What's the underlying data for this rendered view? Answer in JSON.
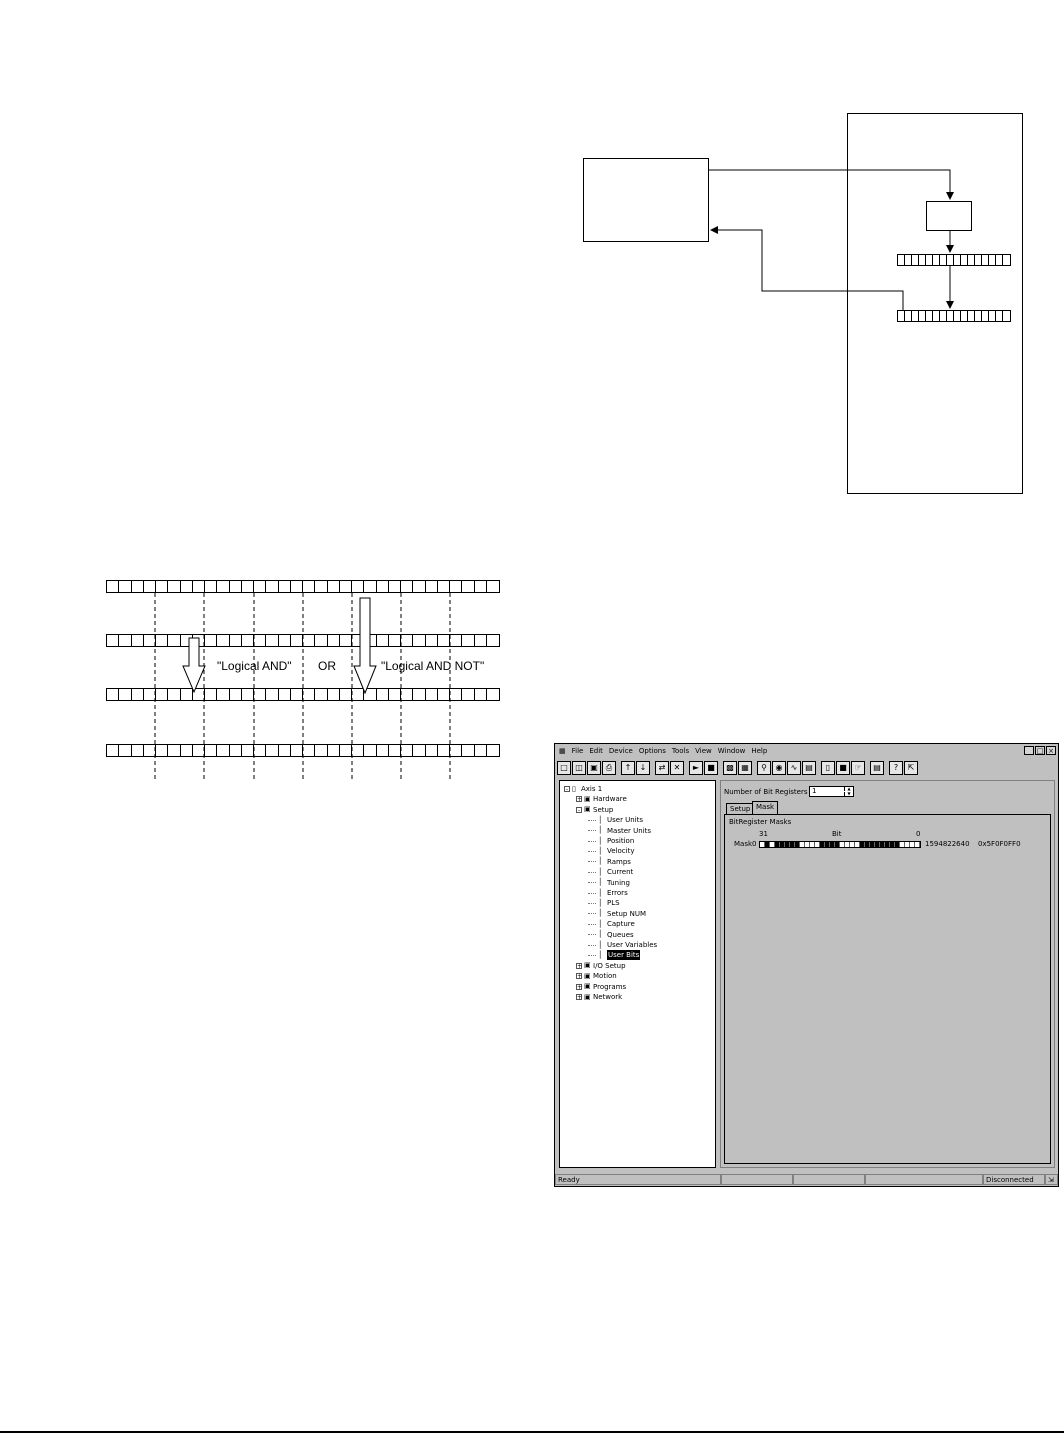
{
  "logic_diagram": {
    "label_and": "\"Logical AND\"",
    "label_or": "OR",
    "label_and_not": "\"Logical  AND NOT\""
  },
  "app": {
    "menu": [
      "File",
      "Edit",
      "Device",
      "Options",
      "Tools",
      "View",
      "Window",
      "Help"
    ],
    "window_controls": [
      "_",
      "□",
      "×"
    ],
    "tree": [
      {
        "label": "Axis 1",
        "level": 0,
        "expander": "-"
      },
      {
        "label": "Hardware",
        "level": 1,
        "expander": "+"
      },
      {
        "label": "Setup",
        "level": 1,
        "expander": "-"
      },
      {
        "label": "User Units",
        "level": 2
      },
      {
        "label": "Master Units",
        "level": 2
      },
      {
        "label": "Position",
        "level": 2
      },
      {
        "label": "Velocity",
        "level": 2
      },
      {
        "label": "Ramps",
        "level": 2
      },
      {
        "label": "Current",
        "level": 2
      },
      {
        "label": "Tuning",
        "level": 2
      },
      {
        "label": "Errors",
        "level": 2
      },
      {
        "label": "PLS",
        "level": 2
      },
      {
        "label": "Setup NUM",
        "level": 2
      },
      {
        "label": "Capture",
        "level": 2
      },
      {
        "label": "Queues",
        "level": 2
      },
      {
        "label": "User Variables",
        "level": 2
      },
      {
        "label": "User Bits",
        "level": 2,
        "selected": true
      },
      {
        "label": "I/O Setup",
        "level": 1,
        "expander": "+"
      },
      {
        "label": "Motion",
        "level": 1,
        "expander": "+"
      },
      {
        "label": "Programs",
        "level": 1,
        "expander": "+"
      },
      {
        "label": "Network",
        "level": 1,
        "expander": "+"
      }
    ],
    "num_registers_label": "Number of Bit Registers",
    "num_registers_value": "1",
    "tabs": [
      "Setup",
      "Mask"
    ],
    "active_tab": "Mask",
    "group_title": "BitRegister Masks",
    "bit_header_31": "31",
    "bit_header_bit": "Bit",
    "bit_header_0": "0",
    "mask_label": "Mask0",
    "mask_decimal": "1594822640",
    "mask_hex": "0x5F0F0FF0",
    "status_ready": "Ready",
    "status_connection": "Disconnected"
  }
}
